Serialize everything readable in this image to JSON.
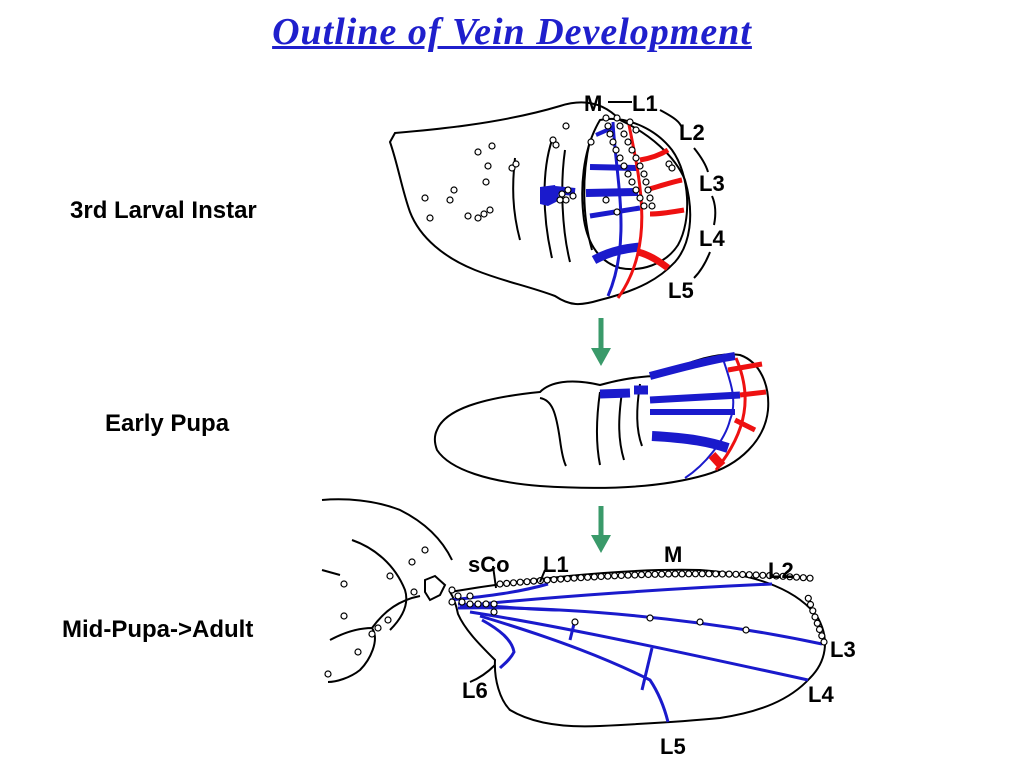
{
  "title": "Outline of Vein Development",
  "stages": {
    "larval": "3rd Larval Instar",
    "early_pupa": "Early Pupa",
    "adult": "Mid-Pupa->Adult"
  },
  "larval_labels": {
    "m": "M",
    "l1": "L1",
    "l2": "L2",
    "l3": "L3",
    "l4": "L4",
    "l5": "L5"
  },
  "adult_labels": {
    "sco": "sCo",
    "l1": "L1",
    "m": "M",
    "l2": "L2",
    "l3": "L3",
    "l4": "L4",
    "l5": "L5",
    "l6": "L6"
  },
  "colors": {
    "title": "#1f1fcc",
    "vein_blue": "#1a1acc",
    "vein_red": "#ee1111",
    "arrow": "#3a9a6a",
    "outline": "#000000"
  }
}
